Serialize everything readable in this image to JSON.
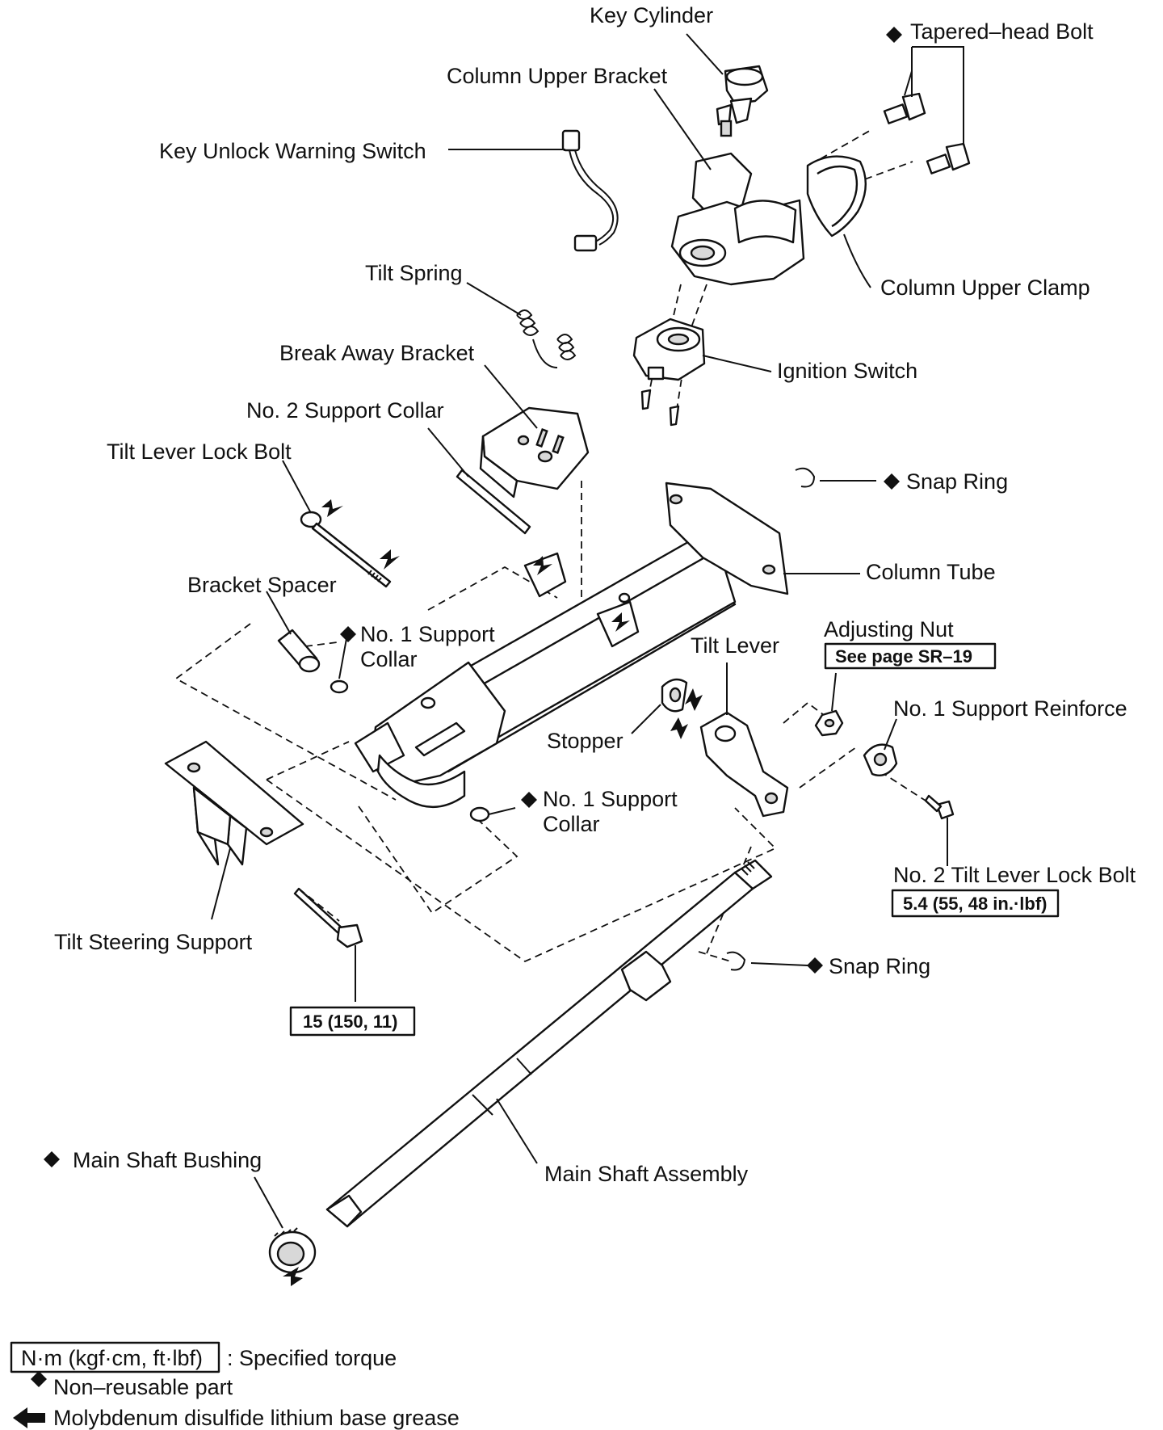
{
  "labels": {
    "key_cylinder": "Key Cylinder",
    "tapered_head_bolt": "Tapered–head Bolt",
    "column_upper_bracket": "Column Upper Bracket",
    "key_unlock_warning_switch": "Key Unlock Warning Switch",
    "column_upper_clamp": "Column Upper Clamp",
    "tilt_spring": "Tilt Spring",
    "ignition_switch": "Ignition Switch",
    "break_away_bracket": "Break Away Bracket",
    "no2_support_collar": "No. 2 Support Collar",
    "tilt_lever_lock_bolt": "Tilt Lever Lock Bolt",
    "snap_ring_upper": "Snap Ring",
    "column_tube": "Column Tube",
    "bracket_spacer": "Bracket Spacer",
    "no1_support_collar_left_1": "No. 1 Support",
    "no1_support_collar_left_2": "Collar",
    "adjusting_nut": "Adjusting Nut",
    "adjusting_nut_ref": "See page SR–19",
    "tilt_lever": "Tilt Lever",
    "no1_support_reinforce": "No. 1 Support Reinforce",
    "stopper": "Stopper",
    "no1_support_collar_right_1": "No. 1 Support",
    "no1_support_collar_right_2": "Collar",
    "no2_tilt_lever_lock_bolt": "No. 2 Tilt Lever Lock Bolt",
    "no2_tilt_lever_lock_bolt_torque": "5.4 (55, 48 in.·lbf)",
    "tilt_steering_support": "Tilt Steering Support",
    "tilt_steering_support_torque": "15 (150, 11)",
    "snap_ring_lower": "Snap Ring",
    "main_shaft_bushing": "Main Shaft Bushing",
    "main_shaft_assembly": "Main Shaft Assembly"
  },
  "legend": {
    "torque_box": "N·m (kgf·cm, ft·lbf)",
    "torque_desc": ": Specified torque",
    "non_reusable": "Non–reusable part",
    "grease": "Molybdenum disulfide lithium base grease"
  }
}
